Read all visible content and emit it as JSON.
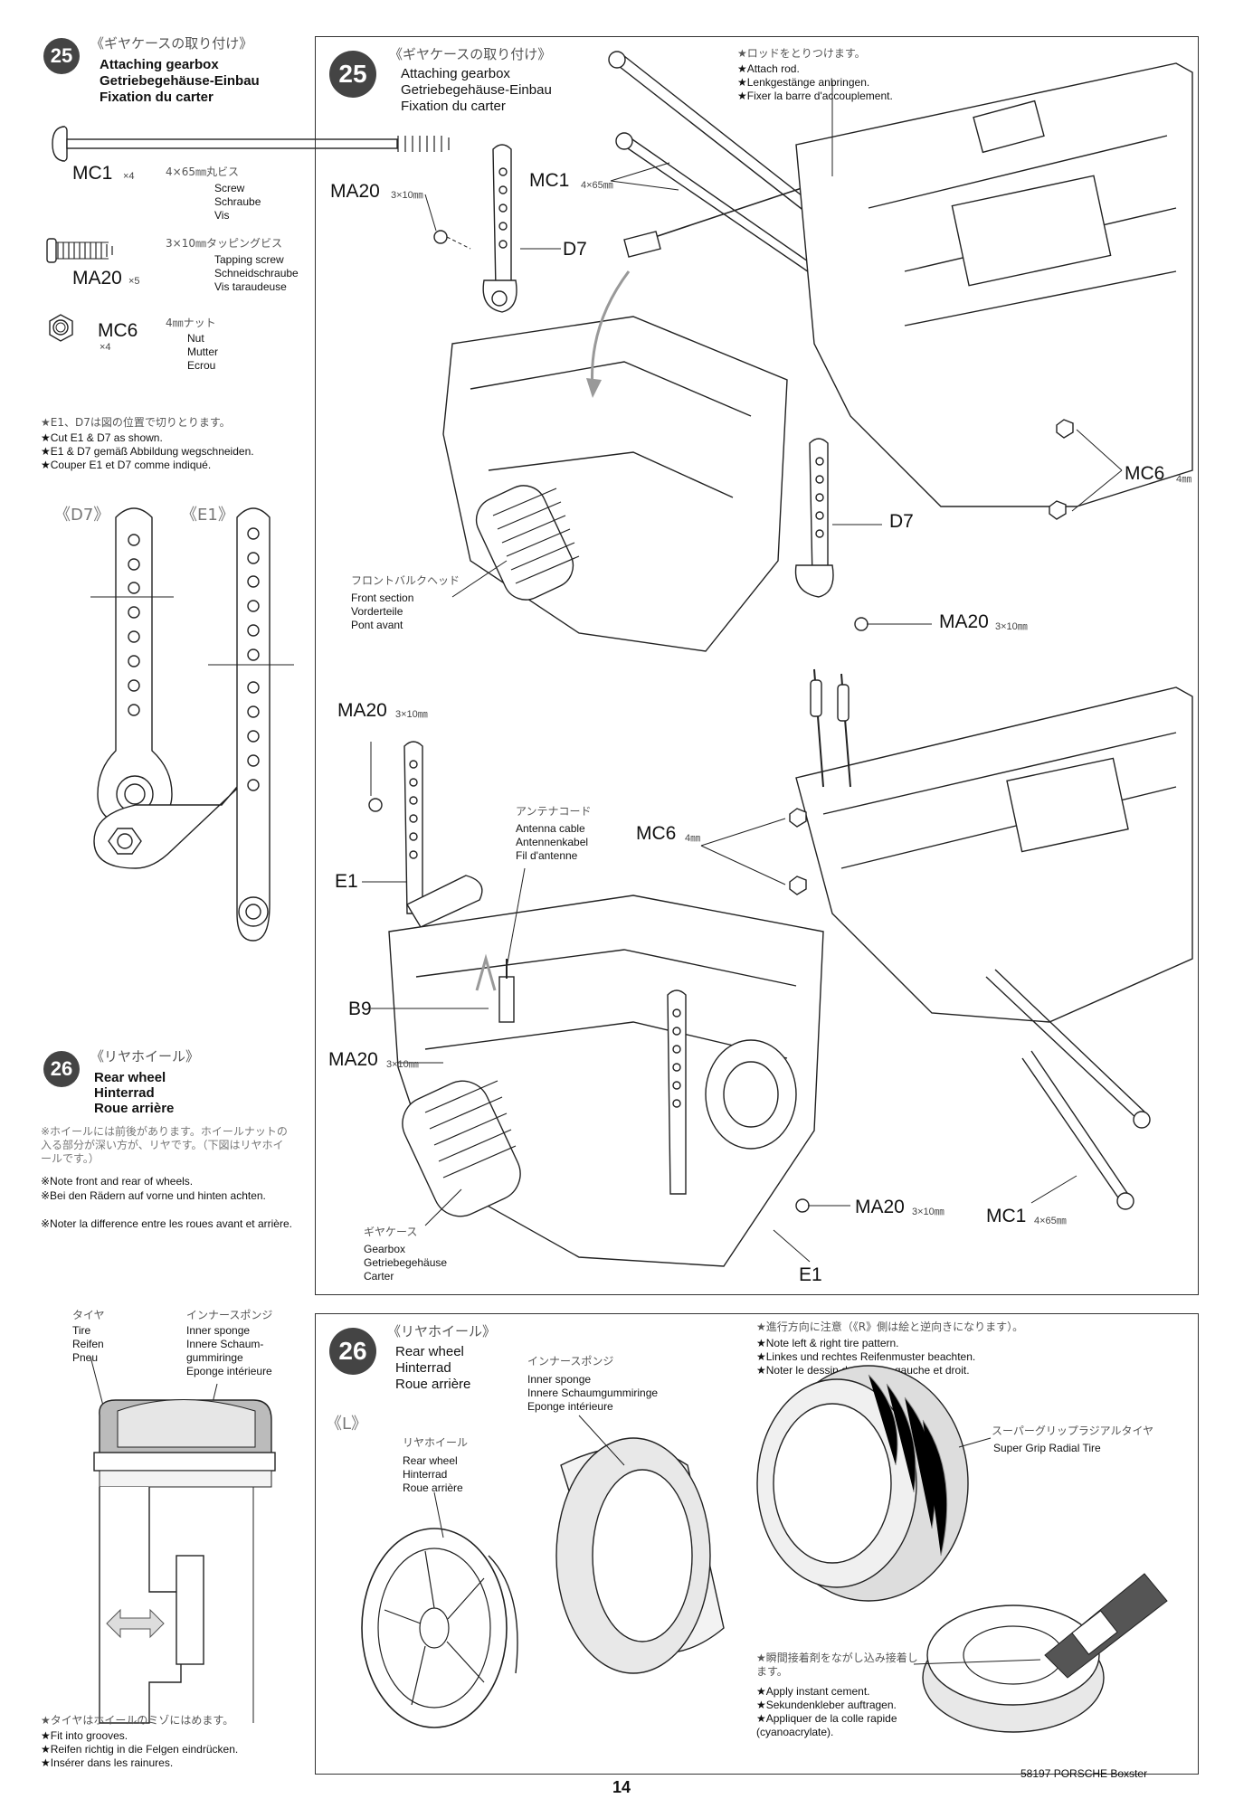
{
  "step25_left": {
    "number": "25",
    "jp": "《ギヤケースの取り付け》",
    "en": "Attaching gearbox",
    "de": "Getriebegehäuse-Einbau",
    "fr": "Fixation du carter"
  },
  "parts": [
    {
      "code": "MC1",
      "qty": "×4",
      "jp": "4×65㎜丸ビス",
      "en": "Screw",
      "de": "Schraube",
      "fr": "Vis"
    },
    {
      "code": "MA20",
      "qty": "×5",
      "jp": "3×10㎜タッピングビス",
      "en": "Tapping screw",
      "de": "Schneidschraube",
      "fr": "Vis taraudeuse"
    },
    {
      "code": "MC6",
      "qty": "×4",
      "jp": "4㎜ナット",
      "en": "Nut",
      "de": "Mutter",
      "fr": "Ecrou"
    }
  ],
  "cut_note": {
    "jp": "★E1、D7は図の位置で切りとります。",
    "en": "★Cut E1 & D7 as shown.",
    "de": "★E1 & D7 gemäß Abbildung wegschneiden.",
    "fr": "★Couper E1 et D7 comme indiqué."
  },
  "cut_labels": {
    "d7": "《D7》",
    "e1": "《E1》"
  },
  "step26_left": {
    "number": "26",
    "jp": "《リヤホイール》",
    "en": "Rear wheel",
    "de": "Hinterrad",
    "fr": "Roue arrière",
    "note_jp": "※ホイールには前後があります。ホイールナットの入る部分が深い方が、リヤです。（下図はリヤホイールです。）",
    "note_en": "※Note front and rear of wheels.",
    "note_de": "※Bei den Rädern auf vorne und hinten achten.",
    "note_fr": "※Noter la difference entre les roues avant et arrière."
  },
  "tire_labels": {
    "tire_jp": "タイヤ",
    "tire_en": "Tire",
    "tire_de": "Reifen",
    "tire_fr": "Pneu",
    "sponge_jp": "インナースポンジ",
    "sponge_en": "Inner sponge",
    "sponge_de": "Innere Schaum-gummiringe",
    "sponge_fr": "Eponge intérieure"
  },
  "groove_note": {
    "jp": "★タイヤはホイールのミゾにはめます。",
    "en": "★Fit into grooves.",
    "de": "★Reifen richtig in die Felgen eindrücken.",
    "fr": "★Insérer dans les rainures."
  },
  "step25_main": {
    "number": "25",
    "jp": "《ギヤケースの取り付け》",
    "en": "Attaching gearbox",
    "de": "Getriebegehäuse-Einbau",
    "fr": "Fixation du carter",
    "rod_jp": "★ロッドをとりつけます。",
    "rod_en": "★Attach rod.",
    "rod_de": "★Lenkgestänge anbringen.",
    "rod_fr": "★Fixer la barre d'accouplement.",
    "front_jp": "フロントバルクヘッド",
    "front_en": "Front section",
    "front_de": "Vorderteile",
    "front_fr": "Pont avant",
    "antenna_jp": "アンテナコード",
    "antenna_en": "Antenna cable",
    "antenna_de": "Antennenkabel",
    "antenna_fr": "Fil d'antenne",
    "gear_jp": "ギヤケース",
    "gear_en": "Gearbox",
    "gear_de": "Getriebegehäuse",
    "gear_fr": "Carter",
    "callouts": {
      "ma20": "MA20",
      "ma20_size": "3×10㎜",
      "mc1": "MC1",
      "mc1_size": "4×65㎜",
      "mc6": "MC6",
      "mc6_size": "4㎜",
      "d7": "D7",
      "e1": "E1",
      "b9": "B9"
    }
  },
  "step26_main": {
    "number": "26",
    "jp": "《リヤホイール》",
    "en": "Rear wheel",
    "de": "Hinterrad",
    "fr": "Roue arrière",
    "dir_jp": "★進行方向に注意（《R》側は絵と逆向きになります）。",
    "dir_en": "★Note left & right tire pattern.",
    "dir_de": "★Linkes und rechtes Reifenmuster beachten.",
    "dir_fr": "★Noter le dessin des pneus gauche et droit.",
    "l_label": "《L》",
    "wheel_jp": "リヤホイール",
    "wheel_en": "Rear wheel",
    "wheel_de": "Hinterrad",
    "wheel_fr": "Roue arrière",
    "sponge_jp": "インナースポンジ",
    "sponge_en": "Inner sponge",
    "sponge_de": "Innere Schaumgummiringe",
    "sponge_fr": "Eponge intérieure",
    "tire_jp": "スーパーグリップラジアルタイヤ",
    "tire_en": "Super Grip Radial Tire",
    "cement_jp": "★瞬間接着剤をながし込み接着します。",
    "cement_en": "★Apply instant cement.",
    "cement_de": "★Sekundenkleber auftragen.",
    "cement_fr": "★Appliquer de la colle rapide (cyanoacrylate)."
  },
  "footer": {
    "page": "14",
    "model": "58197 PORSCHE Boxster"
  }
}
